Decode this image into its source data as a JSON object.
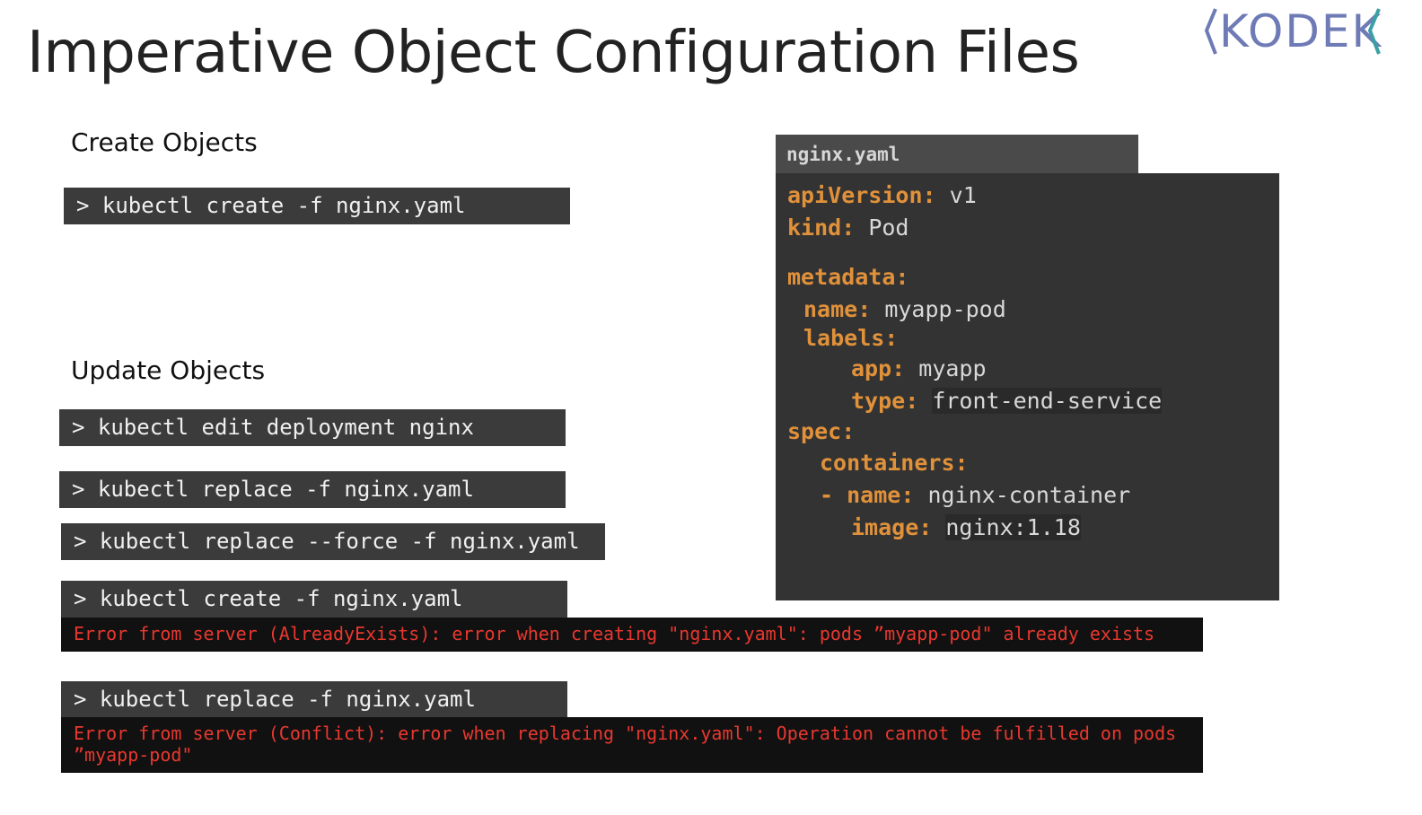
{
  "slide": {
    "title": "Imperative Object Configuration Files",
    "logo_text": "KODEK"
  },
  "create": {
    "label": "Create Objects",
    "command": "> kubectl create -f nginx.yaml"
  },
  "update": {
    "label": "Update Objects",
    "commands": [
      "> kubectl edit deployment nginx",
      "> kubectl replace -f nginx.yaml",
      "> kubectl replace --force -f nginx.yaml",
      "> kubectl create -f nginx.yaml",
      "> kubectl replace -f nginx.yaml"
    ],
    "errors": [
      "Error from server (AlreadyExists): error when creating \"nginx.yaml\": pods ”myapp-pod\" already exists",
      "Error from server (Conflict): error when replacing \"nginx.yaml\": Operation cannot be fulfilled on pods ”myapp-pod\""
    ]
  },
  "yaml": {
    "filename": "nginx.yaml",
    "lines": [
      {
        "key": "apiVersion:",
        "value": "v1"
      },
      {
        "key": "kind:",
        "value": "Pod"
      },
      {
        "key": "metadata:",
        "value": ""
      },
      {
        "key": "name:",
        "value": "myapp-pod"
      },
      {
        "key": "labels:",
        "value": ""
      },
      {
        "key": "app:",
        "value": "myapp"
      },
      {
        "key": "type:",
        "value": "front-end-service"
      },
      {
        "key": "spec:",
        "value": ""
      },
      {
        "key": "containers:",
        "value": ""
      },
      {
        "dash": "- ",
        "key": "name:",
        "value": "nginx-container"
      },
      {
        "key": "image:",
        "value": "nginx:1.18"
      }
    ]
  },
  "colors": {
    "yaml_key": "#e0913a",
    "error_text": "#e8382f",
    "logo": "#6f7bb6"
  }
}
